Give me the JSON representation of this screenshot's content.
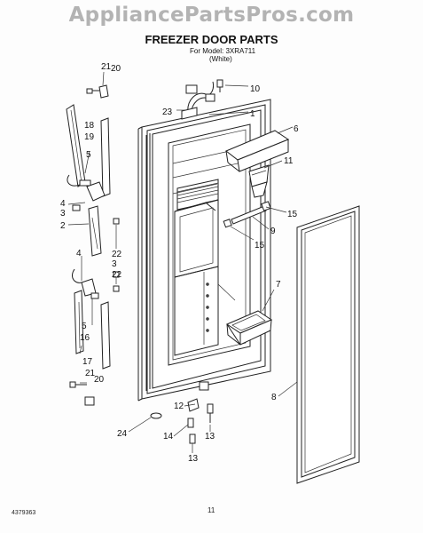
{
  "watermark": "AppliancePartsPros.com",
  "title": "FREEZER DOOR PARTS",
  "model_line": "For Model: 3XRA711",
  "color_line": "(White)",
  "footer_code": "4379363",
  "page_number": "11",
  "callouts": {
    "c21a": "21",
    "c20a": "20",
    "c10": "10",
    "c23": "23",
    "c1": "1",
    "c18": "18",
    "c19a": "19",
    "c6": "6",
    "c5a": "5",
    "c11": "11",
    "c4a": "4",
    "c3a": "3",
    "c15a": "15",
    "c2": "2",
    "c9": "9",
    "c15b": "15",
    "c22a": "22",
    "c3b": "3",
    "c4b": "4",
    "c22b": "22",
    "c7": "7",
    "c5b": "5",
    "c16": "16",
    "c17": "17",
    "c21b": "21",
    "c20b": "20",
    "c8": "8",
    "c12": "12",
    "c24": "24",
    "c14": "14",
    "c13a": "13",
    "c13b": "13"
  }
}
